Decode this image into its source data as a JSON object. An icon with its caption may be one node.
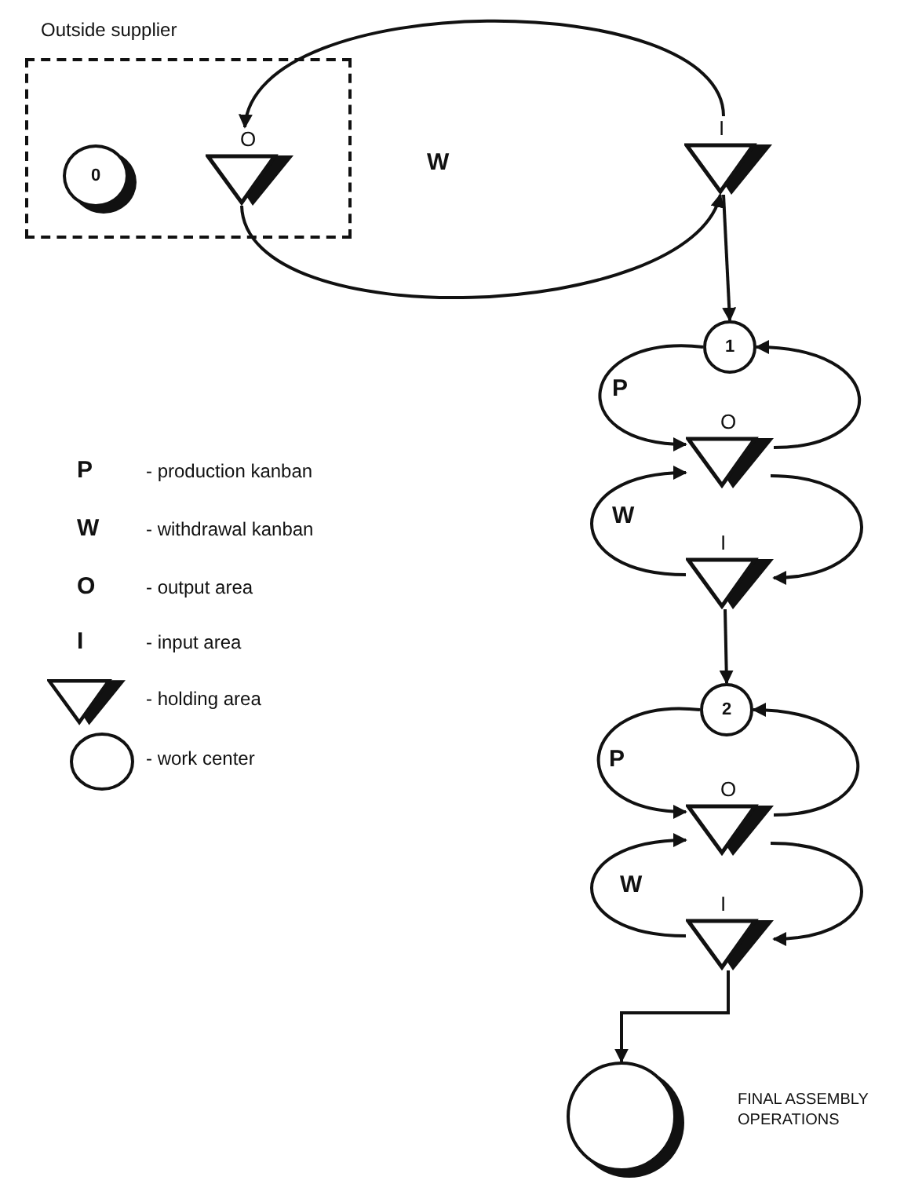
{
  "diagram": {
    "nodes": [
      {
        "text": [
          "Outside supplier"
        ]
      },
      {
        "text": [
          "0"
        ],
        "in": 0
      },
      {
        "text": [],
        "shape": "triangle",
        "beside": [
          "O"
        ],
        "in": 0
      },
      {
        "text": [],
        "shape": "triangle",
        "beside": [
          "I"
        ]
      },
      {
        "text": [
          "1"
        ]
      },
      {
        "text": [],
        "shape": "triangle",
        "beside": [
          "O"
        ]
      },
      {
        "text": [],
        "shape": "triangle",
        "beside": [
          "I"
        ]
      },
      {
        "text": [
          "2"
        ]
      },
      {
        "text": [],
        "shape": "triangle",
        "beside": [
          "O"
        ]
      },
      {
        "text": [],
        "shape": "triangle",
        "beside": [
          "I"
        ]
      },
      {
        "text": [],
        "shape": "circle",
        "beside": [
          "FINAL ASSEMBLY OPERATIONS"
        ]
      }
    ],
    "edges": [
      {
        "from": 3,
        "to": 2,
        "arrow": "to"
      },
      {
        "from": 2,
        "to": 3,
        "arrow": "to"
      },
      {
        "from": 3,
        "to": 4,
        "arrow": "to"
      },
      {
        "from": 4,
        "to": 5,
        "arrow": "to"
      },
      {
        "from": 5,
        "to": 4,
        "arrow": "to"
      },
      {
        "from": 6,
        "to": 5,
        "arrow": "to"
      },
      {
        "from": 5,
        "to": 6,
        "arrow": "to"
      },
      {
        "from": 6,
        "to": 7,
        "arrow": "to"
      },
      {
        "from": 7,
        "to": 8,
        "arrow": "to"
      },
      {
        "from": 8,
        "to": 7,
        "arrow": "to"
      },
      {
        "from": 9,
        "to": 8,
        "arrow": "to"
      },
      {
        "from": 8,
        "to": 9,
        "arrow": "to"
      },
      {
        "from": 9,
        "to": 10,
        "arrow": "to"
      }
    ],
    "labels": [
      "W",
      "P",
      "W",
      "P",
      "W",
      "P",
      "W",
      "O",
      "I"
    ],
    "legend": [
      {
        "text": "- production kanban"
      },
      {
        "text": "- withdrawal kanban"
      },
      {
        "text": "- output area"
      },
      {
        "text": "- input area"
      },
      {
        "text": "- holding area"
      },
      {
        "text": "- work center"
      }
    ]
  }
}
